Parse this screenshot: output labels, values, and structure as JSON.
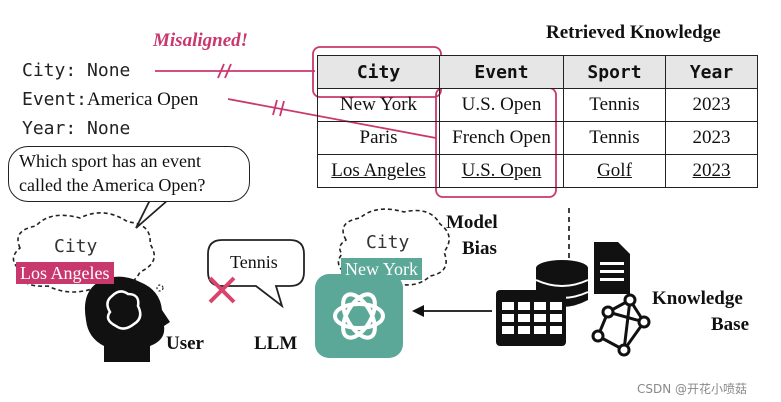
{
  "misaligned_label": "Misaligned!",
  "retrieved_title": "Retrieved Knowledge",
  "slots": {
    "city": "City: None",
    "event_key": "Event:",
    "event_value": "America Open",
    "year": "Year: None"
  },
  "table": {
    "headers": [
      "City",
      "Event",
      "Sport",
      "Year"
    ],
    "rows": [
      [
        "New York",
        "U.S. Open",
        "Tennis",
        "2023"
      ],
      [
        "Paris",
        "French Open",
        "Tennis",
        "2023"
      ],
      [
        "Los Angeles",
        "U.S. Open",
        "Golf",
        "2023"
      ]
    ]
  },
  "question": {
    "line1": "Which sport has an event",
    "line2": "called the America Open?"
  },
  "user_cloud": {
    "label": "City",
    "value": "Los Angeles"
  },
  "llm_cloud": {
    "label": "City",
    "value": "New York"
  },
  "llm_answer": "Tennis",
  "labels": {
    "user": "User",
    "llm": "LLM",
    "model_bias_1": "Model",
    "model_bias_2": "Bias",
    "kb_1": "Knowledge",
    "kb_2": "Base"
  },
  "watermark": "CSDN @开花小喷菇",
  "colors": {
    "accent_pink": "#c9386d",
    "accent_teal": "#5ba898",
    "header_gray": "#e6e6e6"
  }
}
